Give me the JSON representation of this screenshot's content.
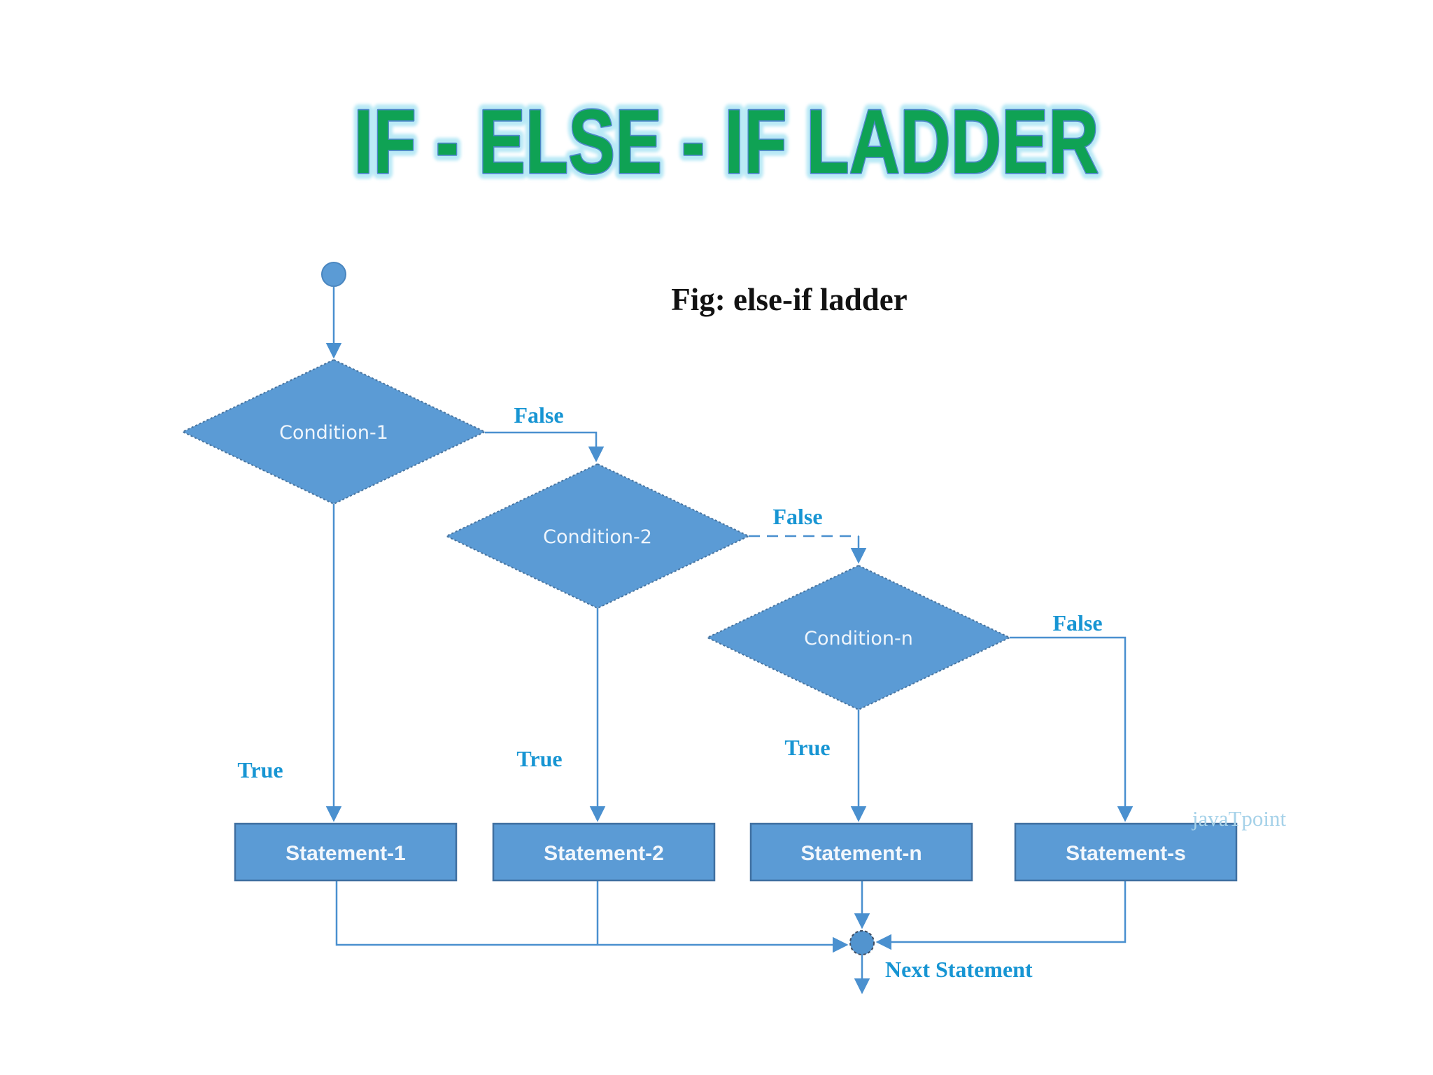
{
  "title": {
    "text": "IF - ELSE - IF LADDER",
    "fill_color": "#0fa254",
    "outline_color": "#4e86c9",
    "glow_color": "#b9e9f6"
  },
  "caption": {
    "text": "Fig: else-if ladder"
  },
  "watermark": {
    "text": "javaTpoint"
  },
  "colors": {
    "node_fill": "#5b9bd5",
    "node_border": "#41719c",
    "connector": "#4a90cf",
    "branch_label": "#1795d3",
    "node_text": "#f2f7fc",
    "background": "#ffffff"
  },
  "flowchart": {
    "conditions": [
      {
        "label": "Condition-1"
      },
      {
        "label": "Condition-2"
      },
      {
        "label": "Condition-n"
      }
    ],
    "statements": [
      {
        "label": "Statement-1"
      },
      {
        "label": "Statement-2"
      },
      {
        "label": "Statement-n"
      },
      {
        "label": "Statement-s"
      }
    ],
    "false_labels": [
      "False",
      "False",
      "False"
    ],
    "true_labels": [
      "True",
      "True",
      "True"
    ],
    "next_statement_label": "Next Statement"
  }
}
